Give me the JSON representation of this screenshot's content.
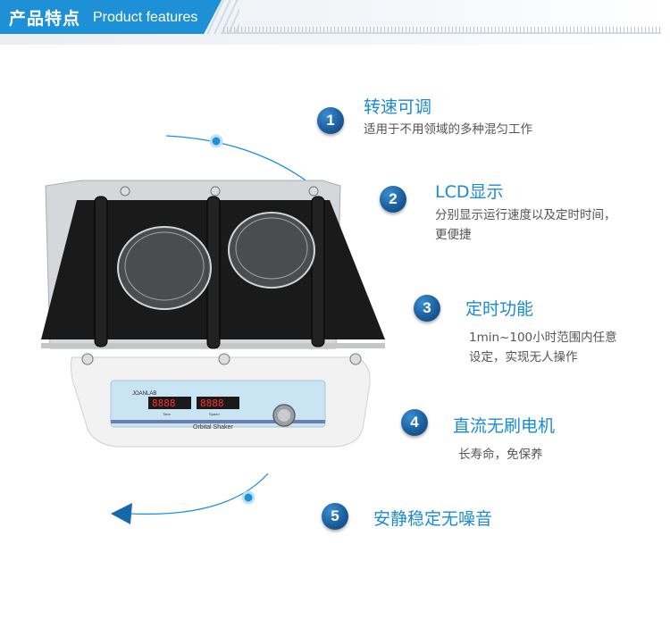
{
  "header": {
    "title_cn": "产品特点",
    "title_en": "Product features"
  },
  "device": {
    "brand": "JOANLAB",
    "label": "Orbital Shaker",
    "display_left": "8888",
    "display_right": "8888",
    "left_caption": "Time",
    "right_caption": "Speed"
  },
  "features": [
    {
      "number": "1",
      "title": "转速可调",
      "desc": [
        "适用于不用领域的多种混匀工作"
      ]
    },
    {
      "number": "2",
      "title": "LCD显示",
      "desc": [
        "分别显示运行速度以及定时时间，",
        "更便捷"
      ]
    },
    {
      "number": "3",
      "title": "定时功能",
      "desc": [
        "1min~100小时范围内任意",
        "设定，实现无人操作"
      ]
    },
    {
      "number": "4",
      "title": "直流无刷电机",
      "desc": [
        "长寿命，免保养"
      ]
    },
    {
      "number": "5",
      "title": "安静稳定无噪音",
      "desc": []
    }
  ],
  "colors": {
    "accent": "#1e91d6",
    "badge": "#1c5e9e",
    "desc_text": "#555555"
  }
}
